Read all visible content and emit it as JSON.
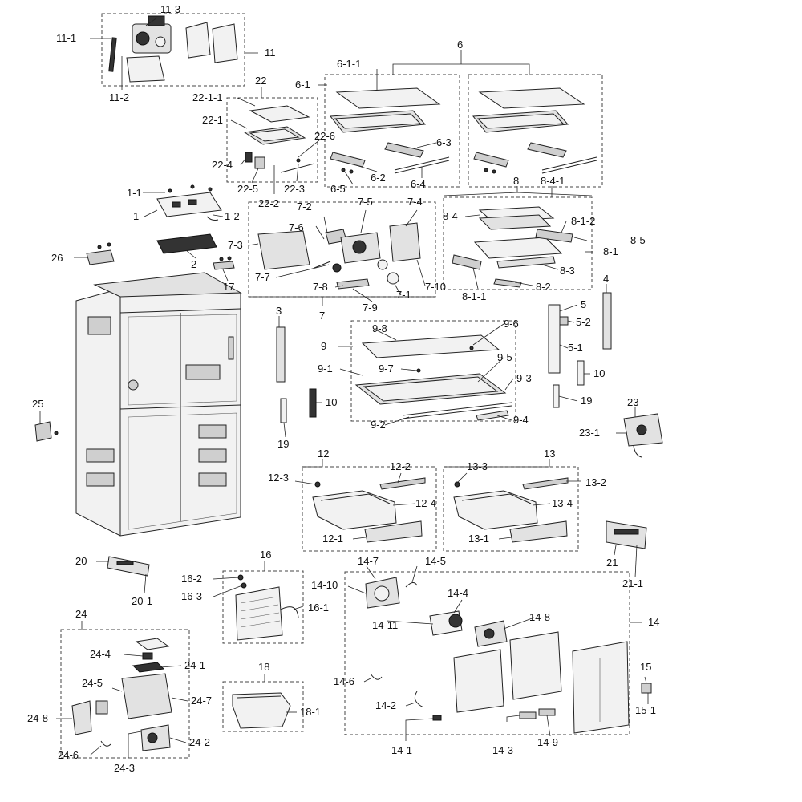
{
  "labels": {
    "l_11": "11",
    "l_11_1": "11-1",
    "l_11_2": "11-2",
    "l_11_3": "11-3",
    "l_6": "6",
    "l_6_1": "6-1",
    "l_6_1_1": "6-1-1",
    "l_6_2": "6-2",
    "l_6_3": "6-3",
    "l_6_4": "6-4",
    "l_6_5": "6-5",
    "l_22": "22",
    "l_22_1": "22-1",
    "l_22_1_1": "22-1-1",
    "l_22_2": "22-2",
    "l_22_3": "22-3",
    "l_22_4": "22-4",
    "l_22_5": "22-5",
    "l_22_6": "22-6",
    "l_8": "8",
    "l_8_1": "8-1",
    "l_8_1_1": "8-1-1",
    "l_8_1_2": "8-1-2",
    "l_8_2": "8-2",
    "l_8_3": "8-3",
    "l_8_4": "8-4",
    "l_8_4_1": "8-4-1",
    "l_8_5": "8-5",
    "l_1": "1",
    "l_1_1": "1-1",
    "l_1_2": "1-2",
    "l_2": "2",
    "l_17": "17",
    "l_26": "26",
    "l_7": "7",
    "l_7_1": "7-1",
    "l_7_2": "7-2",
    "l_7_3": "7-3",
    "l_7_4": "7-4",
    "l_7_5": "7-5",
    "l_7_6": "7-6",
    "l_7_7": "7-7",
    "l_7_8": "7-8",
    "l_7_9": "7-9",
    "l_7_10": "7-10",
    "l_3": "3",
    "l_4": "4",
    "l_5": "5",
    "l_5_1": "5-1",
    "l_5_2": "5-2",
    "l_9": "9",
    "l_9_1": "9-1",
    "l_9_2": "9-2",
    "l_9_3": "9-3",
    "l_9_4": "9-4",
    "l_9_5": "9-5",
    "l_9_6": "9-6",
    "l_9_7": "9-7",
    "l_9_8": "9-8",
    "l_10a": "10",
    "l_10b": "10",
    "l_19a": "19",
    "l_19b": "19",
    "l_23": "23",
    "l_23_1": "23-1",
    "l_25": "25",
    "l_12": "12",
    "l_12_1": "12-1",
    "l_12_2": "12-2",
    "l_12_3": "12-3",
    "l_12_4": "12-4",
    "l_13": "13",
    "l_13_1": "13-1",
    "l_13_2": "13-2",
    "l_13_3": "13-3",
    "l_13_4": "13-4",
    "l_20": "20",
    "l_20_1": "20-1",
    "l_21": "21",
    "l_21_1": "21-1",
    "l_16": "16",
    "l_16_1": "16-1",
    "l_16_2": "16-2",
    "l_16_3": "16-3",
    "l_14": "14",
    "l_14_1": "14-1",
    "l_14_2": "14-2",
    "l_14_3": "14-3",
    "l_14_4": "14-4",
    "l_14_5": "14-5",
    "l_14_6": "14-6",
    "l_14_7": "14-7",
    "l_14_8": "14-8",
    "l_14_9": "14-9",
    "l_14_10": "14-10",
    "l_14_11": "14-11",
    "l_15": "15",
    "l_15_1": "15-1",
    "l_18": "18",
    "l_18_1": "18-1",
    "l_24": "24",
    "l_24_1": "24-1",
    "l_24_2": "24-2",
    "l_24_3": "24-3",
    "l_24_4": "24-4",
    "l_24_5": "24-5",
    "l_24_6": "24-6",
    "l_24_7": "24-7",
    "l_24_8": "24-8"
  }
}
